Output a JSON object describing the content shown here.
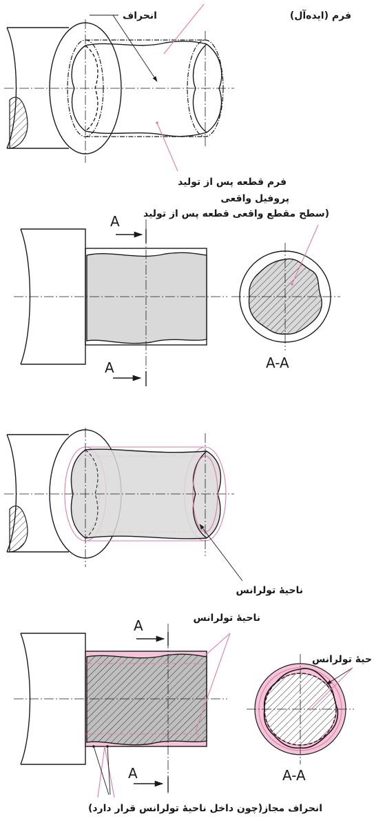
{
  "labels": {
    "deviation": "انحراف",
    "ideal_form": "فرم (ایده‌آل)",
    "manufactured_form": "فرم قطعه پس از تولید",
    "actual_profile": "پروفیل واقعی",
    "actual_section": "(سطح مقطع واقعی قطعه پس از تولید",
    "tolerance_zone": "ناحیهٔ تولرانس",
    "tolerance_zone_top": "ناحیهٔ تولرانس",
    "tolerance_zone_circle": "حیهٔ تولرانس",
    "permitted_deviation": "انحراف مجاز(چون داخل ناحیهٔ تولرانس قرار دارد)"
  },
  "section": {
    "a_top_1": "A",
    "a_bottom_1": "A",
    "aa_1": "A-A",
    "a_top_2": "A",
    "a_bottom_2": "A",
    "aa_2": "A-A"
  },
  "colors": {
    "line": "#1a1a1a",
    "pink_line": "#e27aa8",
    "pink_fill": "#f6c4d8",
    "gray_fill": "#d9d9d9",
    "hatch": "#1a1a1a"
  }
}
